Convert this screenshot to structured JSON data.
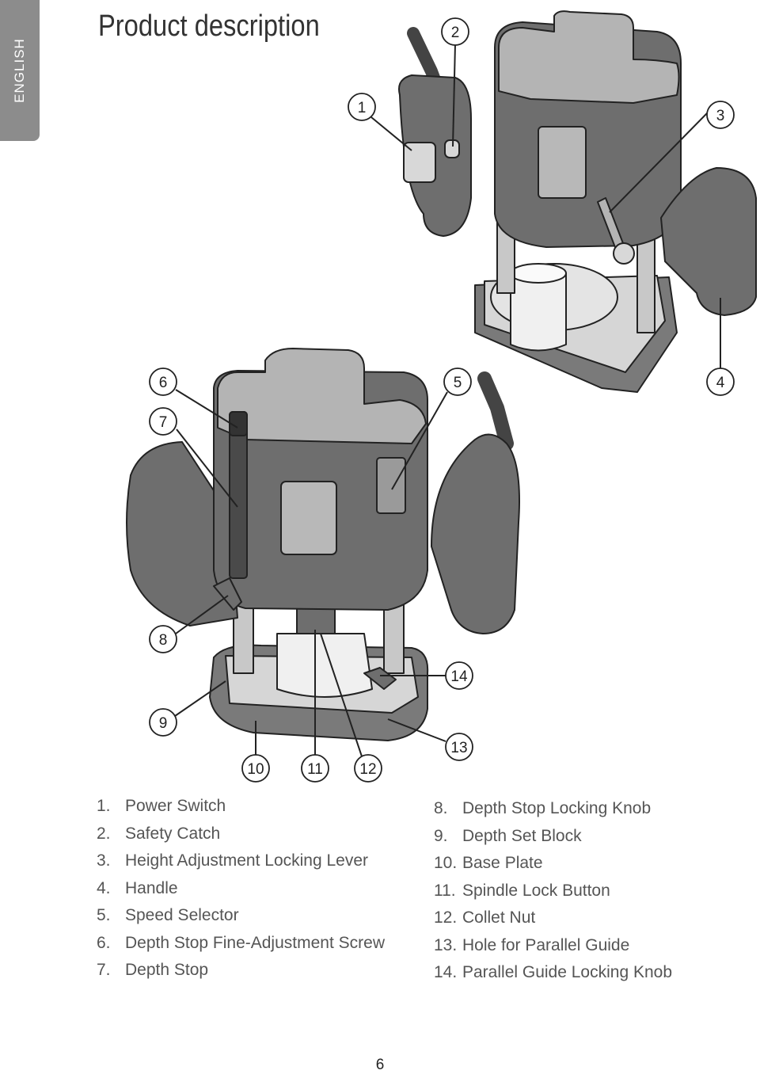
{
  "section_tab": "ENGLISH",
  "title": "Product description",
  "callouts": [
    "1",
    "2",
    "3",
    "4",
    "5",
    "6",
    "7",
    "8",
    "9",
    "10",
    "11",
    "12",
    "13",
    "14"
  ],
  "legend_left": [
    {
      "num": "1.",
      "label": "Power Switch"
    },
    {
      "num": "2.",
      "label": "Safety Catch"
    },
    {
      "num": "3.",
      "label": "Height Adjustment Locking Lever"
    },
    {
      "num": "4.",
      "label": "Handle"
    },
    {
      "num": "5.",
      "label": "Speed Selector"
    },
    {
      "num": "6.",
      "label": "Depth Stop Fine-Adjustment Screw"
    },
    {
      "num": "7.",
      "label": "Depth Stop"
    }
  ],
  "legend_right": [
    {
      "num": "8.",
      "label": "Depth Stop Locking Knob"
    },
    {
      "num": "9.",
      "label": "Depth Set Block"
    },
    {
      "num": "10.",
      "label": "Base Plate"
    },
    {
      "num": "11.",
      "label": "Spindle Lock Button"
    },
    {
      "num": "12.",
      "label": "Collet Nut"
    },
    {
      "num": "13.",
      "label": "Hole for Parallel Guide"
    },
    {
      "num": "14.",
      "label": "Parallel Guide Locking Knob"
    }
  ],
  "page_number": "6",
  "colors": {
    "tab": "#8c8c8c",
    "body_dark": "#6e6e6e",
    "body_light": "#b4b4b4",
    "body_mid": "#9a9a9a"
  }
}
